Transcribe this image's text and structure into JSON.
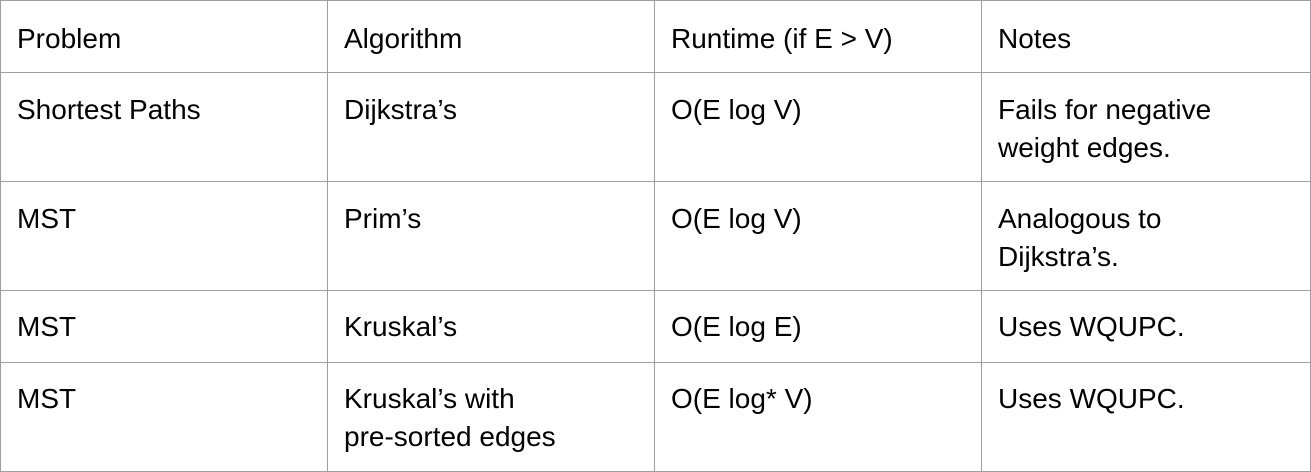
{
  "table": {
    "headers": [
      "Problem",
      "Algorithm",
      "Runtime (if E > V)",
      "Notes"
    ],
    "rows": [
      [
        "Shortest Paths",
        "Dijkstra’s",
        "O(E log V)",
        "Fails for negative\nweight edges."
      ],
      [
        "MST",
        "Prim’s",
        "O(E log V)",
        "Analogous to\nDijkstra’s."
      ],
      [
        "MST",
        "Kruskal’s",
        "O(E log E)",
        "Uses WQUPC."
      ],
      [
        "MST",
        "Kruskal’s with\npre-sorted edges",
        "O(E log* V)",
        "Uses WQUPC."
      ]
    ]
  },
  "colors": {
    "border": "#9e9e9e",
    "text": "#000000",
    "background": "#ffffff"
  }
}
